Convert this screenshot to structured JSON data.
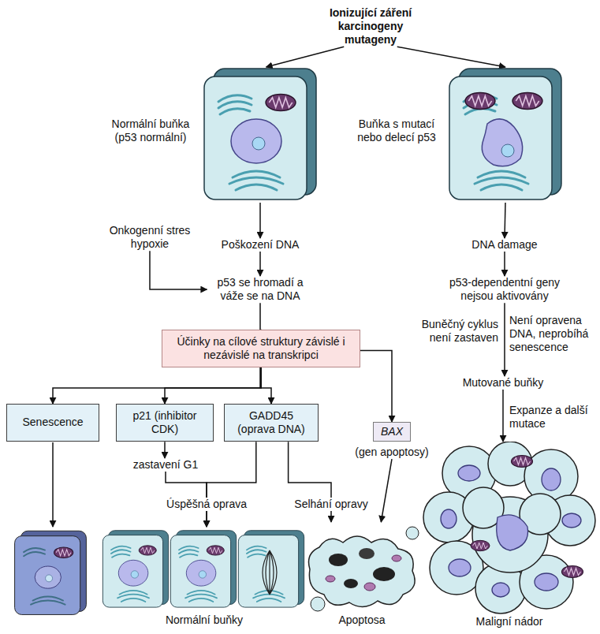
{
  "diagram": {
    "nodes": [
      {
        "text": [
          "Ionizující záření karcinogeny mutageny"
        ]
      },
      {
        "text": [
          "Normální buňka (p53 normální)"
        ]
      },
      {
        "text": [
          "Buňka s mutací nebo delecí p53"
        ]
      },
      {
        "text": [
          "Onkogenní stres hypoxie"
        ]
      },
      {
        "text": [
          "Poškození DNA"
        ]
      },
      {
        "text": [
          "DNA damage"
        ]
      },
      {
        "text": [
          "p53 se hromadí a váže se na DNA"
        ]
      },
      {
        "text": [
          "p53-dependentní geny nejsou aktivovány"
        ]
      },
      {
        "text": [
          "Účinky na cílové struktury závislé i nezávislé na transkripci"
        ]
      },
      {
        "text": [
          "Mutované buňky"
        ]
      },
      {
        "text": [
          "Senescence"
        ]
      },
      {
        "text": [
          "p21 (inhibitor CDK)"
        ]
      },
      {
        "text": [
          "GADD45 (oprava DNA)"
        ]
      },
      {
        "text": [
          "BAX",
          "(gen apoptosy)"
        ]
      },
      {
        "text": [
          "zastavení G1"
        ]
      },
      {
        "text": [
          "Normální buňky"
        ]
      },
      {
        "text": [
          "Apoptosa"
        ]
      },
      {
        "text": [
          "Maligní nádor"
        ]
      }
    ],
    "edges": [
      {
        "from": 0,
        "to": 1,
        "arrow": "to"
      },
      {
        "from": 0,
        "to": 2,
        "arrow": "to"
      },
      {
        "from": 1,
        "to": 4,
        "arrow": "to"
      },
      {
        "from": 2,
        "to": 5,
        "arrow": "to"
      },
      {
        "from": 3,
        "to": 6,
        "arrow": "to"
      },
      {
        "from": 4,
        "to": 6,
        "arrow": "to"
      },
      {
        "from": 5,
        "to": 7,
        "arrow": "to"
      },
      {
        "from": 6,
        "to": 8,
        "arrow": "to"
      },
      {
        "from": 8,
        "to": 10,
        "arrow": "to"
      },
      {
        "from": 8,
        "to": 11,
        "arrow": "to"
      },
      {
        "from": 8,
        "to": 12,
        "arrow": "to"
      },
      {
        "from": 8,
        "to": 13,
        "arrow": "to"
      },
      {
        "from": 7,
        "to": 9,
        "label": "Buněčný cyklus není zastaven",
        "arrow": "to"
      },
      {
        "from": 9,
        "to": 17,
        "label": "Expanze a další mutace",
        "arrow": "to"
      },
      {
        "from": 11,
        "to": 14,
        "arrow": "to"
      },
      {
        "from": 14,
        "to": 15,
        "label": "Úspěšná oprava",
        "arrow": "to"
      },
      {
        "from": 12,
        "to": 15,
        "arrow": "to"
      },
      {
        "from": 12,
        "to": 16,
        "label": "Selhání opravy",
        "arrow": "to"
      },
      {
        "from": 13,
        "to": 16,
        "arrow": "to"
      }
    ],
    "labels": [
      "Není opravena DNA, neprobíhá senescence"
    ]
  }
}
